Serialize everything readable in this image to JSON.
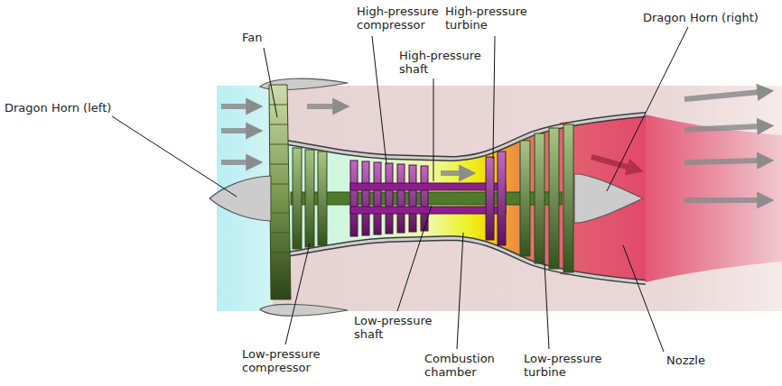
{
  "diagram": {
    "labels": [
      "High-pressure compressor",
      "High-pressure turbine",
      "Dragon Horn (right)",
      "Fan",
      "High-pressure shaft",
      "Dragon Horn (left)",
      "Low-pressure shaft",
      "Low-pressure compressor",
      "Combustion chamber",
      "Low-pressure turbine",
      "Nozzle"
    ]
  }
}
